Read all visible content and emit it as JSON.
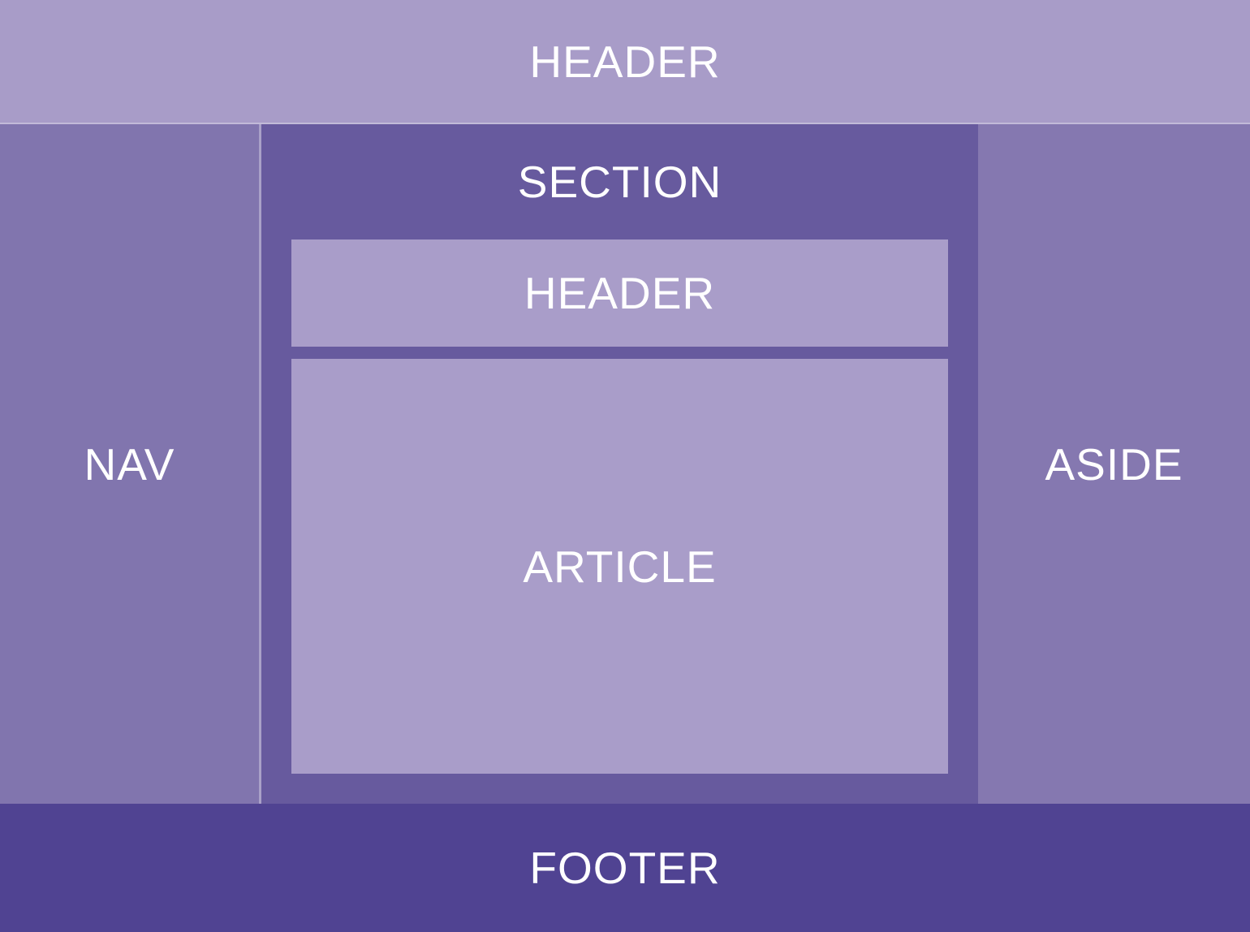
{
  "diagram": {
    "title": "html5-semantic-layout-diagram",
    "header": {
      "label": "HEADER"
    },
    "nav": {
      "label": "NAV"
    },
    "section": {
      "label": "SECTION",
      "header": {
        "label": "HEADER"
      },
      "article": {
        "label": "ARTICLE"
      }
    },
    "aside": {
      "label": "ASIDE"
    },
    "footer": {
      "label": "FOOTER"
    },
    "colors": {
      "light_purple": "#a99dc9",
      "medium_purple_nav": "#8175ae",
      "medium_purple_aside": "#8578b0",
      "dark_purple_section": "#675a9e",
      "footer_purple": "#504392",
      "label_text": "#ffffff"
    }
  }
}
